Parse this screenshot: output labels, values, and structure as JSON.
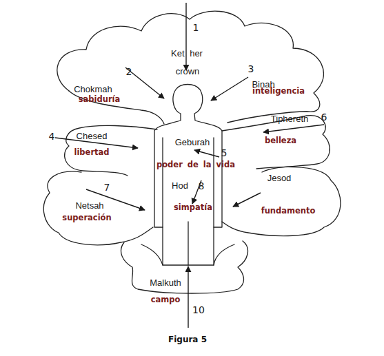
{
  "diagram": {
    "caption": "Figura 5",
    "labels": [
      "1",
      "Ket her",
      "crown",
      "2",
      "Chokmah",
      "sabiduría",
      "3",
      "Binah",
      "inteligencia",
      "Tiphereth",
      "6",
      "belleza",
      "4",
      "Chesed",
      "libertad",
      "Geburah",
      "5",
      "poder de la vida",
      "Hod",
      "8",
      "simpatía",
      "7",
      "Netsah",
      "superación",
      "Jesod",
      "fundamento",
      "Malkuth",
      "campo",
      "10"
    ]
  }
}
